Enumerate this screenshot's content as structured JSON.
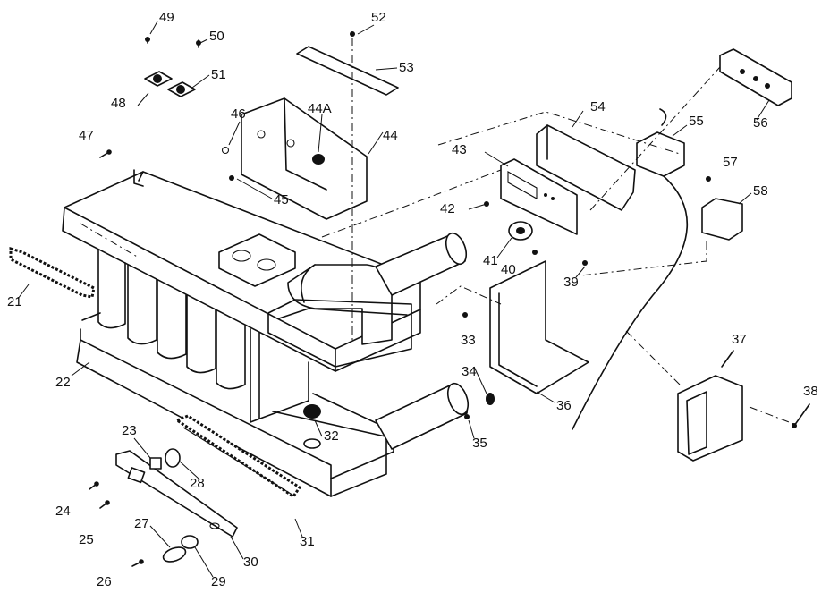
{
  "diagram": {
    "part_labels": {
      "p21": "21",
      "p22": "22",
      "p23": "23",
      "p24": "24",
      "p25": "25",
      "p26": "26",
      "p27": "27",
      "p28": "28",
      "p29": "29",
      "p30": "30",
      "p31": "31",
      "p32": "32",
      "p33": "33",
      "p34": "34",
      "p35": "35",
      "p36": "36",
      "p37": "37",
      "p38": "38",
      "p39": "39",
      "p40": "40",
      "p41": "41",
      "p42": "42",
      "p43": "43",
      "p44": "44",
      "p44a": "44A",
      "p45": "45",
      "p46": "46",
      "p47": "47",
      "p48": "48",
      "p49": "49",
      "p50": "50",
      "p51": "51",
      "p52": "52",
      "p53": "53",
      "p54": "54",
      "p55": "55",
      "p56": "56",
      "p57": "57",
      "p58": "58"
    }
  }
}
